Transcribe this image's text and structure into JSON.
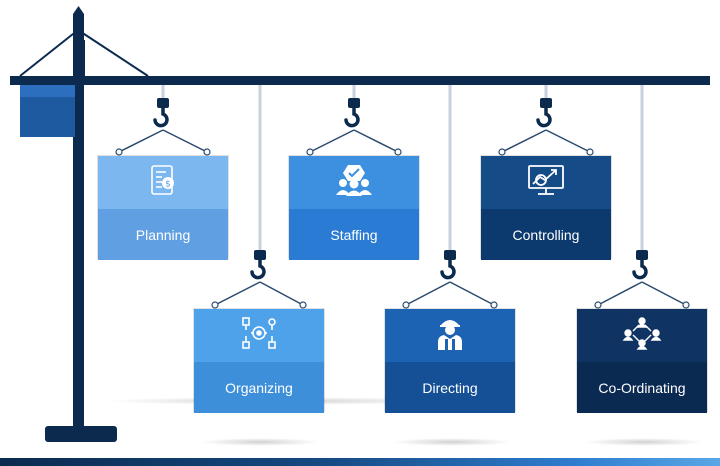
{
  "boxes": [
    {
      "label": "Planning",
      "icon": "planning-checklist-icon",
      "top_color": "#7db7ef",
      "bottom_color": "#5f9fe2"
    },
    {
      "label": "Staffing",
      "icon": "staffing-team-icon",
      "top_color": "#3d8fe0",
      "bottom_color": "#2a7bd3"
    },
    {
      "label": "Controlling",
      "icon": "controlling-monitor-icon",
      "top_color": "#154b86",
      "bottom_color": "#0d3a6e"
    },
    {
      "label": "Organizing",
      "icon": "organizing-gears-icon",
      "top_color": "#4ea2ea",
      "bottom_color": "#3d8fd9"
    },
    {
      "label": "Directing",
      "icon": "directing-worker-icon",
      "top_color": "#1c63b3",
      "bottom_color": "#154f95"
    },
    {
      "label": "Co-Ordinating",
      "icon": "coordinating-network-icon",
      "top_color": "#0f3463",
      "bottom_color": "#0b2a52"
    }
  ],
  "crane": {
    "color": "#0b2a4e",
    "counterweight_color": "#1e5aa0",
    "cable_color": "#c8d2de"
  }
}
